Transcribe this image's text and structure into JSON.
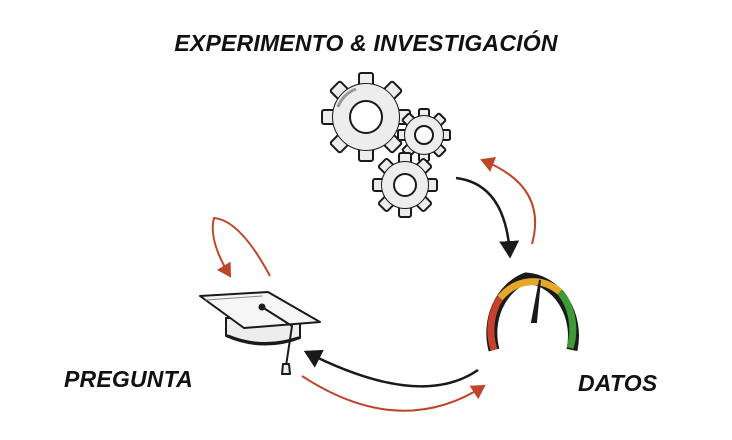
{
  "diagram": {
    "title": "EXPERIMENTO & INVESTIGACIÓN",
    "nodes": {
      "question": {
        "label": "PREGUNTA",
        "icon": "graduation-cap-icon"
      },
      "data": {
        "label": "DATOS",
        "icon": "gauge-icon"
      },
      "experiment": {
        "icon": "gears-icon"
      }
    },
    "colors": {
      "ink": "#1a1a1a",
      "red_arrow": "#c0462a",
      "gauge_red": "#c8412c",
      "gauge_yellow": "#e6a82a",
      "gauge_green": "#3e9a34",
      "gear_fill": "#ededed"
    }
  }
}
